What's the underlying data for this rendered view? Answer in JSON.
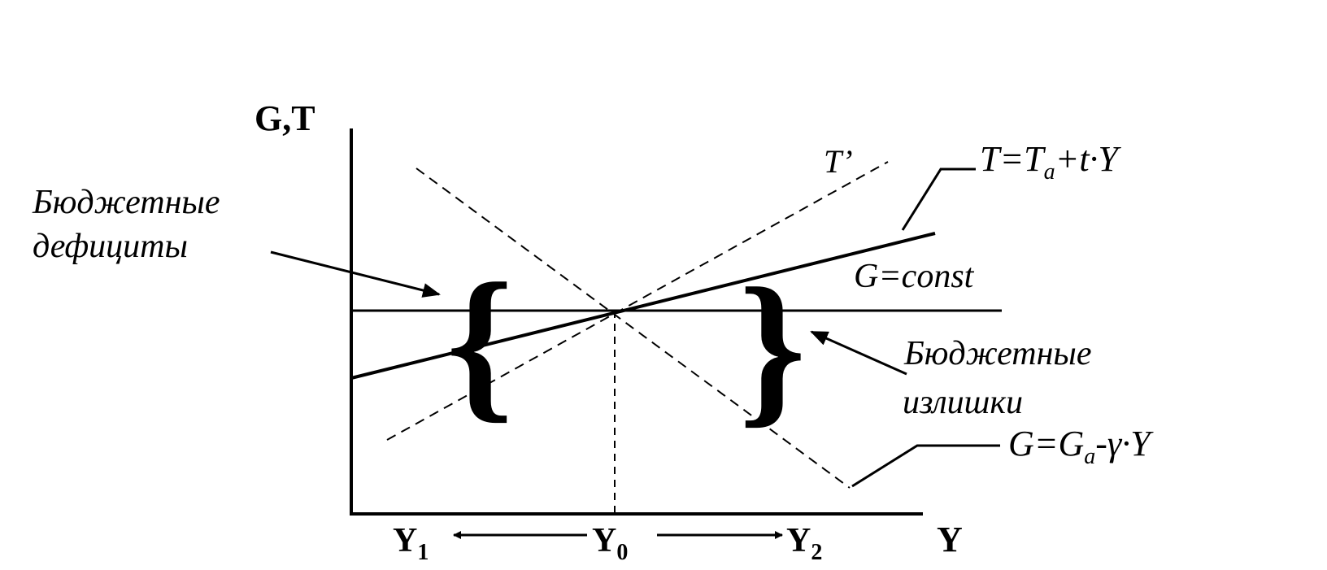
{
  "axes": {
    "y_label": "G,T",
    "x_label": "Y",
    "ticks": {
      "y1": {
        "base": "Y",
        "sub": "1"
      },
      "y0": {
        "base": "Y",
        "sub": "0"
      },
      "y2": {
        "base": "Y",
        "sub": "2"
      }
    }
  },
  "labels": {
    "deficits_line1": "Бюджетные",
    "deficits_line2": "дефициты",
    "surplus_line1": "Бюджетные",
    "surplus_line2": "излишки",
    "t_prime": "T’",
    "g_const": "G=const",
    "t_eq": {
      "a": "T=T",
      "sub": "a",
      "b": "+t·Y"
    },
    "g_eq": {
      "a": "G=G",
      "sub": "a",
      "b": "-γ·Y"
    }
  },
  "braces": {
    "left": "{",
    "right": "}"
  },
  "colors": {
    "ink": "#000000",
    "background": "#ffffff"
  }
}
